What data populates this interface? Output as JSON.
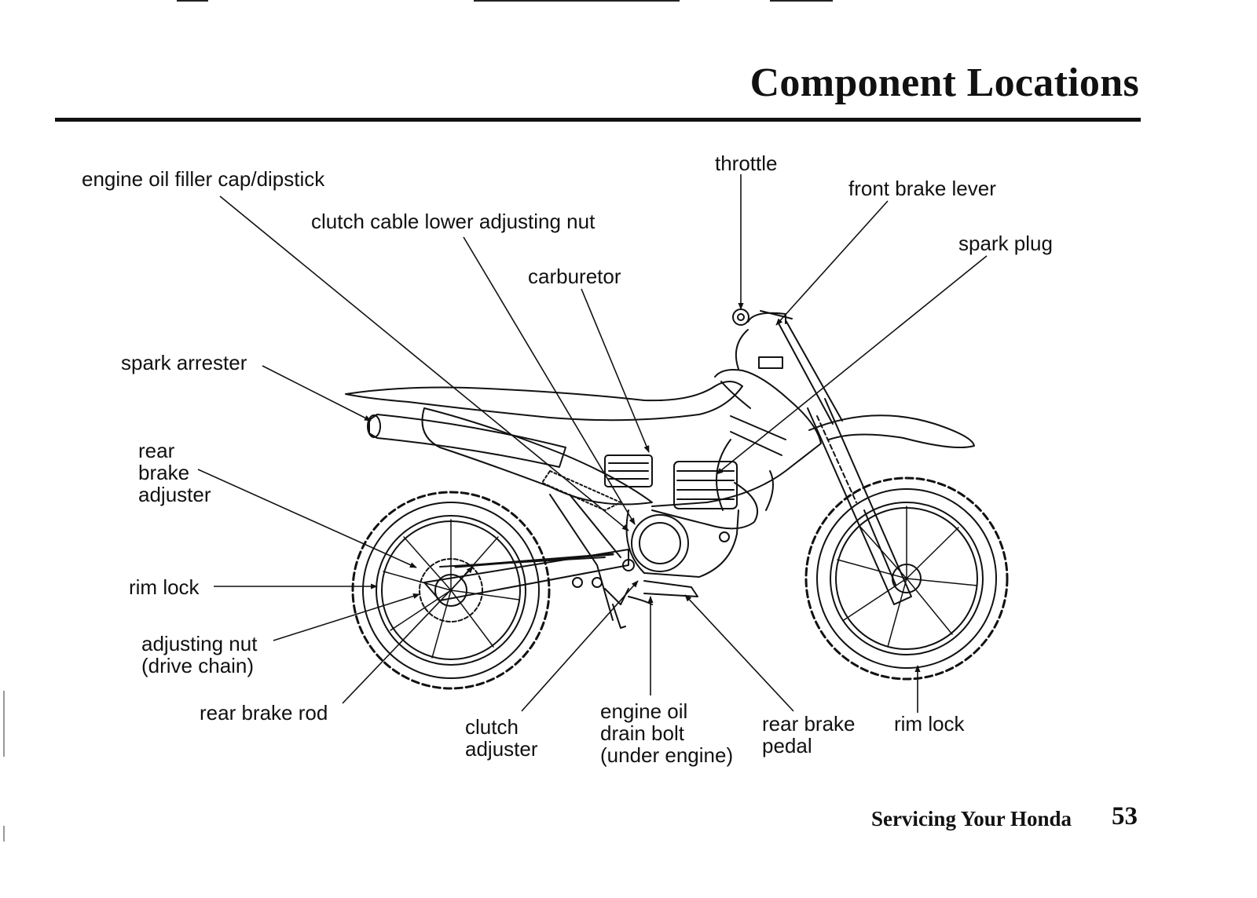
{
  "page": {
    "title": "Component Locations",
    "footer_section": "Servicing Your Honda",
    "footer_page": "53"
  },
  "labels": {
    "oil_filler": "engine oil filler cap/dipstick",
    "clutch_cable_nut": "clutch cable lower adjusting nut",
    "carburetor": "carburetor",
    "throttle": "throttle",
    "front_brake_lever": "front brake lever",
    "spark_plug": "spark plug",
    "spark_arrester": "spark arrester",
    "rear_brake_adjuster": "rear\nbrake\nadjuster",
    "rim_lock_rear": "rim lock",
    "adjusting_nut": "adjusting nut\n(drive chain)",
    "rear_brake_rod": "rear brake rod",
    "clutch_adjuster": "clutch\nadjuster",
    "oil_drain_bolt": "engine oil\ndrain bolt\n(under engine)",
    "rear_brake_pedal": "rear brake\npedal",
    "rim_lock_front": "rim lock"
  }
}
